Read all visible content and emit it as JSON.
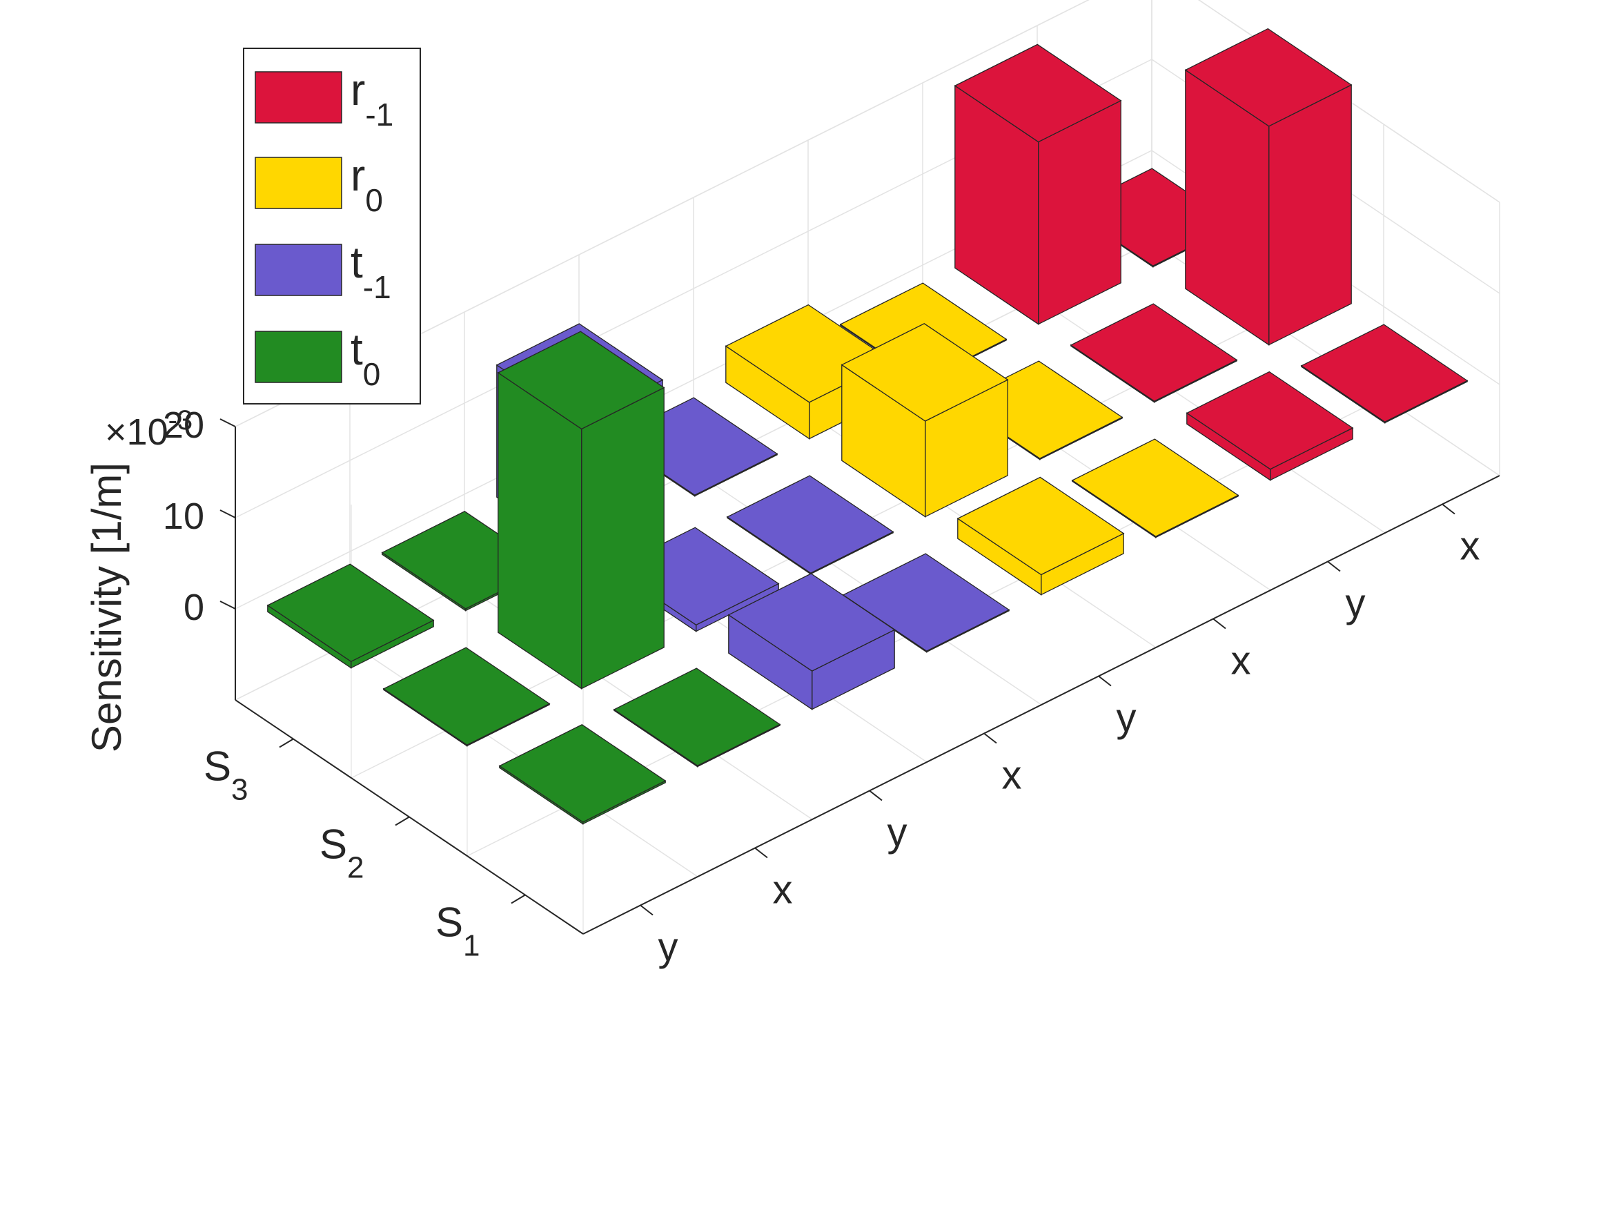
{
  "chart_data": {
    "type": "bar3",
    "ylabel": "Sensitivity [1/m]",
    "zlim": [
      -10,
      20
    ],
    "z_ticks": [
      0,
      10,
      20
    ],
    "z_multiplier_base": "×10",
    "z_multiplier_exp": "-3",
    "grid": true,
    "legend_position": "top-left",
    "rows": [
      {
        "base": "S",
        "sub": "1"
      },
      {
        "base": "S",
        "sub": "2"
      },
      {
        "base": "S",
        "sub": "3"
      }
    ],
    "columns": [
      "y",
      "x",
      "y",
      "x",
      "y",
      "x",
      "y",
      "x"
    ],
    "series": [
      {
        "name_base": "r",
        "name_sub": "-1",
        "color": "#DC143C",
        "columns": [
          6,
          7
        ]
      },
      {
        "name_base": "r",
        "name_sub": "0",
        "color": "#FFD700",
        "columns": [
          4,
          5
        ]
      },
      {
        "name_base": "t",
        "name_sub": "-1",
        "color": "#6A5ACD",
        "columns": [
          2,
          3
        ]
      },
      {
        "name_base": "t",
        "name_sub": "0",
        "color": "#228B22",
        "columns": [
          0,
          1
        ]
      }
    ],
    "values": [
      [
        0.2,
        0.1,
        4.2,
        0.1,
        2.2,
        0.1,
        1.2,
        0.1
      ],
      [
        0.1,
        28.5,
        0.7,
        0.1,
        10.5,
        0.1,
        0.1,
        24.0
      ],
      [
        0.7,
        0.2,
        14.5,
        0.1,
        4.0,
        0.1,
        20.0,
        0.1
      ]
    ]
  }
}
